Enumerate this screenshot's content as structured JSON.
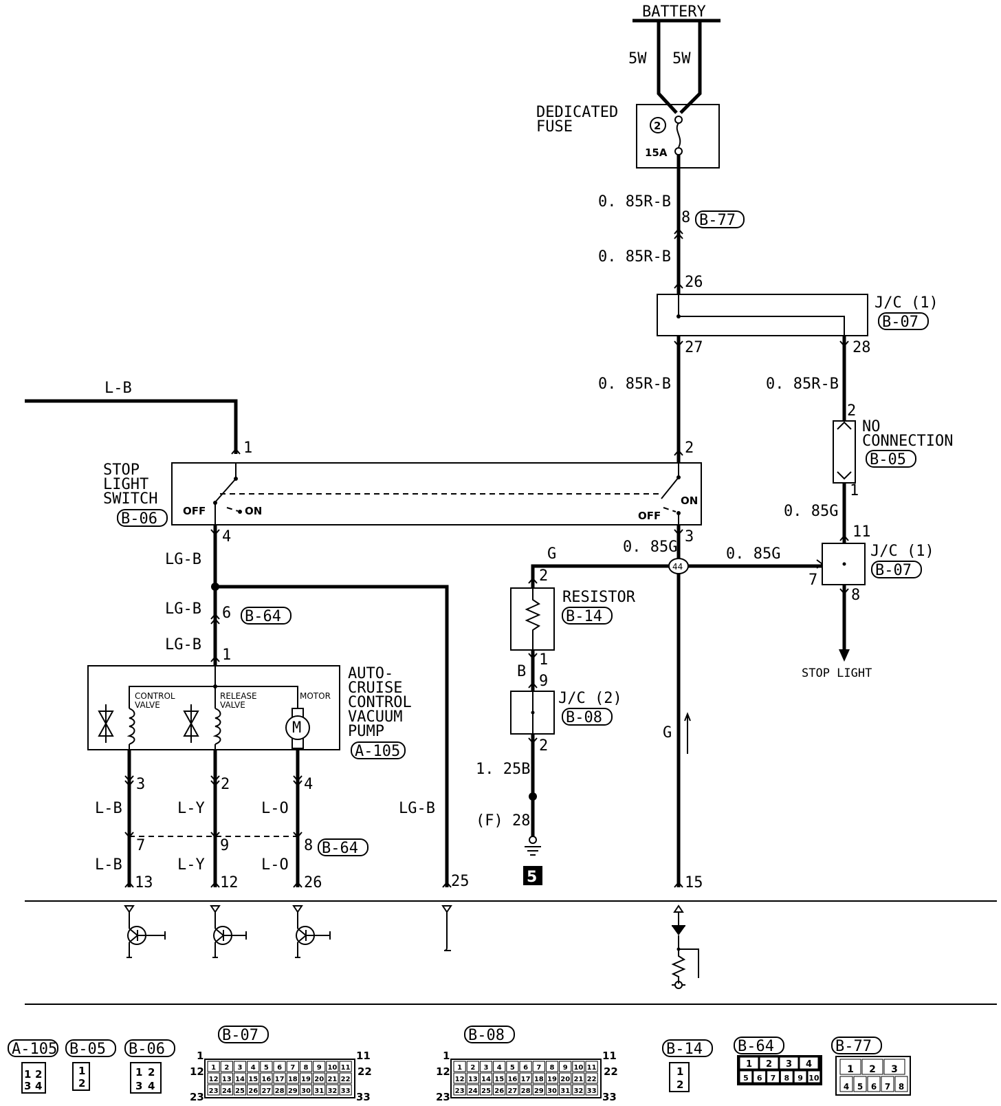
{
  "battery": {
    "label": "BATTERY",
    "wire_left": "5W",
    "wire_right": "5W"
  },
  "fuse": {
    "label_line1": "DEDICATED",
    "label_line2": "FUSE",
    "number": "2",
    "rating": "15A"
  },
  "wires": {
    "rb": "0. 85R-B",
    "g85": "0. 85G",
    "g": "G",
    "lb": "L-B",
    "lgb": "LG-B",
    "ly": "L-Y",
    "lo": "L-O",
    "b": "B",
    "b125": "1. 25B",
    "f28": "(F) 28"
  },
  "connectors": {
    "a105": "A-105",
    "b05": "B-05",
    "b06": "B-06",
    "b07": "B-07",
    "b08": "B-08",
    "b14": "B-14",
    "b64": "B-64",
    "b77": "B-77"
  },
  "components": {
    "jc1": "J/C (1)",
    "jc2": "J/C (2)",
    "no_conn_1": "NO",
    "no_conn_2": "CONNECTION",
    "stop_sw_1": "STOP",
    "stop_sw_2": "LIGHT",
    "stop_sw_3": "SWITCH",
    "off": "OFF",
    "on": "ON",
    "resistor": "RESISTOR",
    "acc_1": "AUTO-",
    "acc_2": "CRUISE",
    "acc_3": "CONTROL",
    "acc_4": "VACUUM",
    "acc_5": "PUMP",
    "control_valve_1": "CONTROL",
    "control_valve_2": "VALVE",
    "release_valve_1": "RELEASE",
    "release_valve_2": "VALVE",
    "motor": "MOTOR",
    "motor_symbol": "M",
    "stop_light": "STOP LIGHT",
    "junction_44": "44",
    "ground_5": "5"
  },
  "pins": {
    "p8": "8",
    "p26": "26",
    "p27": "27",
    "p28": "28",
    "p2": "2",
    "p1": "1",
    "p3": "3",
    "p4": "4",
    "p6": "6",
    "p11": "11",
    "p7": "7",
    "p9": "9",
    "p13": "13",
    "p12": "12",
    "p25": "25",
    "p15": "15"
  },
  "connector_pins": {
    "a105": [
      "1",
      "2",
      "3",
      "4"
    ],
    "b05": [
      "1",
      "2"
    ],
    "b06": [
      "1",
      "2",
      "3",
      "4"
    ],
    "b07_row1": [
      "1",
      "2",
      "3",
      "4",
      "5",
      "6",
      "7",
      "8",
      "9",
      "10",
      "11"
    ],
    "b07_row2": [
      "12",
      "13",
      "14",
      "15",
      "16",
      "17",
      "18",
      "19",
      "20",
      "21",
      "22"
    ],
    "b07_row3": [
      "23",
      "24",
      "25",
      "26",
      "27",
      "28",
      "29",
      "30",
      "31",
      "32",
      "33"
    ],
    "b07_ends": [
      "1",
      "11",
      "12",
      "22",
      "23",
      "33"
    ],
    "b14": [
      "1",
      "2"
    ],
    "b64_row1": [
      "1",
      "2",
      "3",
      "4"
    ],
    "b64_row2": [
      "5",
      "6",
      "7",
      "8",
      "9",
      "10"
    ],
    "b77_row1": [
      "1",
      "2",
      "3"
    ],
    "b77_row2": [
      "4",
      "5",
      "6",
      "7",
      "8"
    ]
  }
}
